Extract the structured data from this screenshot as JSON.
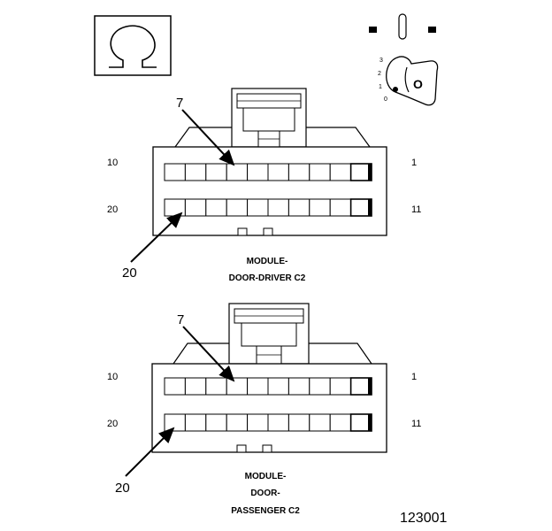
{
  "symbols": {
    "ohm_icon": "ohm-icon",
    "ignition_icon": "ignition-key-icon",
    "ohm_glyph": "Ω"
  },
  "ignition": {
    "positions": [
      "3",
      "2",
      "1",
      "0"
    ],
    "key_label": "O"
  },
  "connectors": [
    {
      "pin_top_left": "10",
      "pin_top_right": "1",
      "pin_bottom_left": "20",
      "pin_bottom_right": "11",
      "callout_top": "7",
      "callout_bottom": "20",
      "caption_lines": [
        "MODULE-",
        "DOOR-DRIVER C2"
      ]
    },
    {
      "pin_top_left": "10",
      "pin_top_right": "1",
      "pin_bottom_left": "20",
      "pin_bottom_right": "11",
      "callout_top": "7",
      "callout_bottom": "20",
      "caption_lines": [
        "MODULE-",
        "DOOR-",
        "PASSENGER C2"
      ]
    }
  ],
  "figure_id": "123001",
  "colors": {
    "line": "#000000",
    "background": "#ffffff"
  }
}
